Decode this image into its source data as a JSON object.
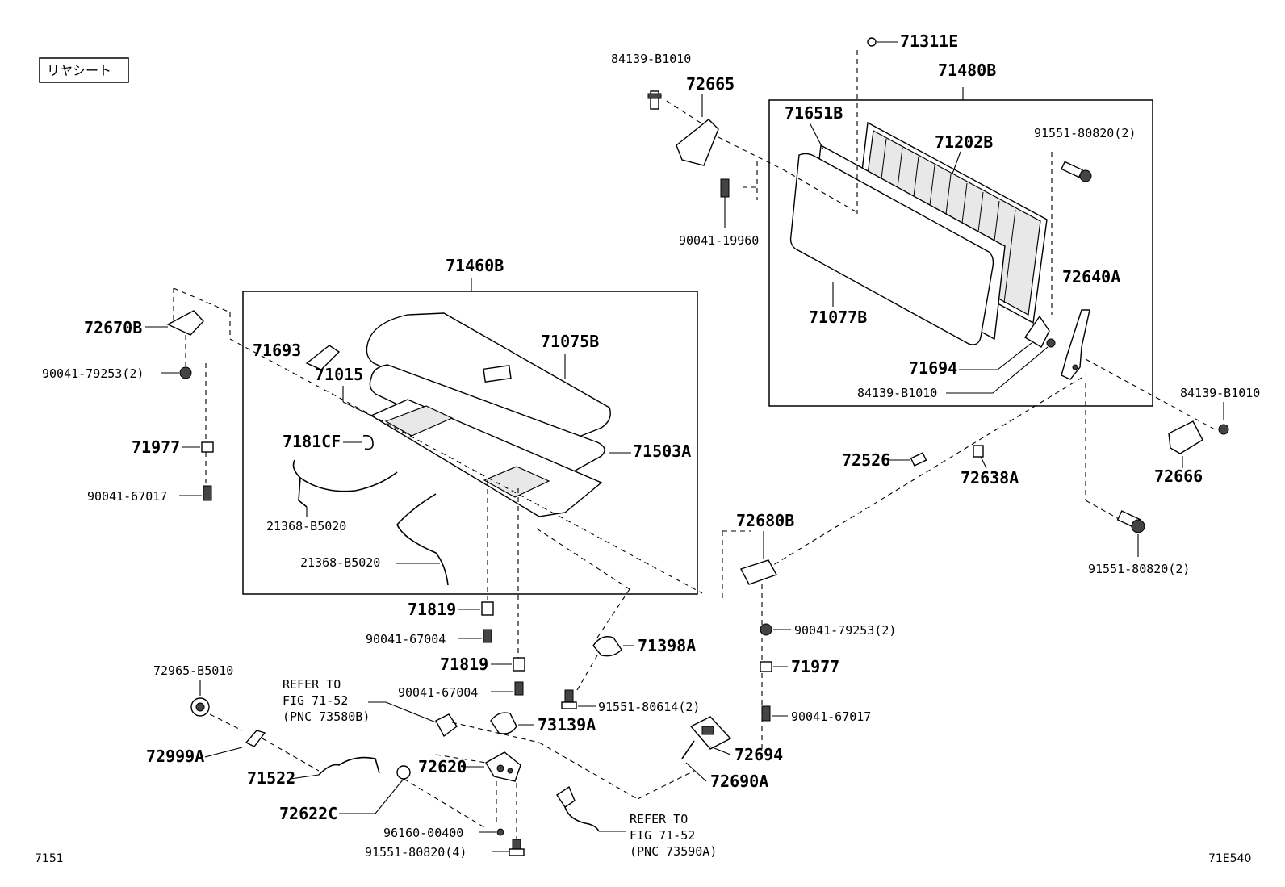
{
  "section_title": "リヤシート",
  "footer": {
    "left_code": "7151",
    "right_code": "71E540"
  },
  "labels": {
    "p71311E": "71311E",
    "p71480B": "71480B",
    "p84139_B1010_top": "84139-B1010",
    "p72665": "72665",
    "p71651B": "71651B",
    "p71202B": "71202B",
    "p91551_80820_2_top": "91551-80820(2)",
    "p90041_19960": "90041-19960",
    "p72640A": "72640A",
    "p71077B": "71077B",
    "p71694": "71694",
    "p84139_B1010_mid": "84139-B1010",
    "p84139_B1010_right": "84139-B1010",
    "p72666": "72666",
    "p71460B": "71460B",
    "p72670B": "72670B",
    "p90041_79253_2_left": "90041-79253(2)",
    "p71977_left": "71977",
    "p90041_67017_left": "90041-67017",
    "p71693": "71693",
    "p71015": "71015",
    "p71075B": "71075B",
    "p7181CF": "7181CF",
    "p71503A": "71503A",
    "p21368_B5020_a": "21368-B5020",
    "p21368_B5020_b": "21368-B5020",
    "p72526": "72526",
    "p72638A": "72638A",
    "p91551_80820_2_right": "91551-80820(2)",
    "p72680B": "72680B",
    "p71819_a": "71819",
    "p90041_67004_a": "90041-67004",
    "p71819_b": "71819",
    "p90041_67004_b": "90041-67004",
    "p71398A": "71398A",
    "p90041_79253_2_right": "90041-79253(2)",
    "p71977_right": "71977",
    "p91551_80614_2": "91551-80614(2)",
    "p90041_67017_right": "90041-67017",
    "p72965_B5010": "72965-B5010",
    "p73139A": "73139A",
    "p72999A": "72999A",
    "p72694": "72694",
    "p72690A": "72690A",
    "p71522": "71522",
    "p72620": "72620",
    "p72622C": "72622C",
    "p96160_00400": "96160-00400",
    "p91551_80820_4": "91551-80820(4)"
  },
  "refer_notes": {
    "upper": {
      "line1": "REFER TO",
      "line2": "FIG 71-52",
      "line3": "(PNC 73580B)"
    },
    "lower": {
      "line1": "REFER TO",
      "line2": "FIG 71-52",
      "line3": "(PNC 73590A)"
    }
  }
}
